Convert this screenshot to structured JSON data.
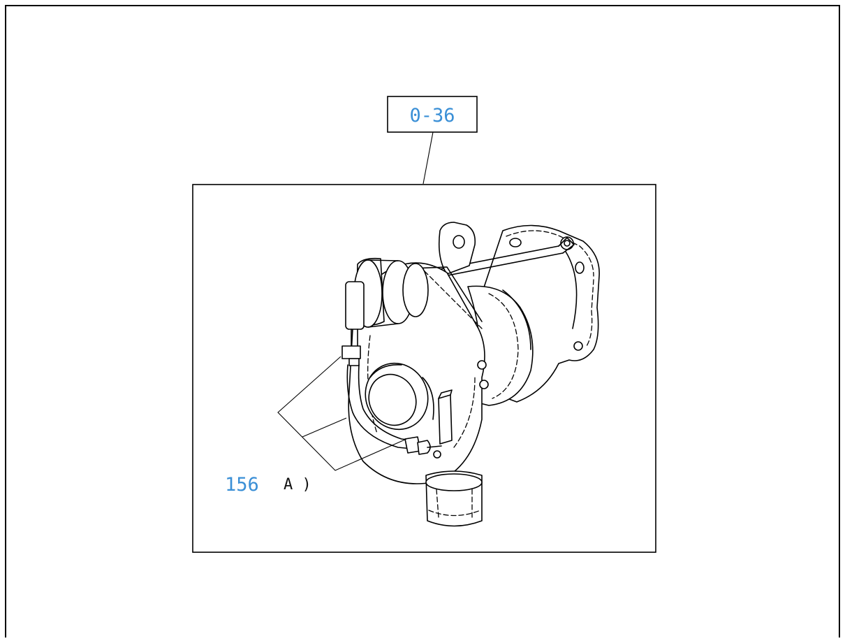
{
  "diagram": {
    "ref_label": "0-36",
    "part_number": "156",
    "part_suffix": "A )",
    "colors": {
      "callout_blue": "#3a8fd6",
      "line": "#000000",
      "background": "#ffffff"
    }
  }
}
